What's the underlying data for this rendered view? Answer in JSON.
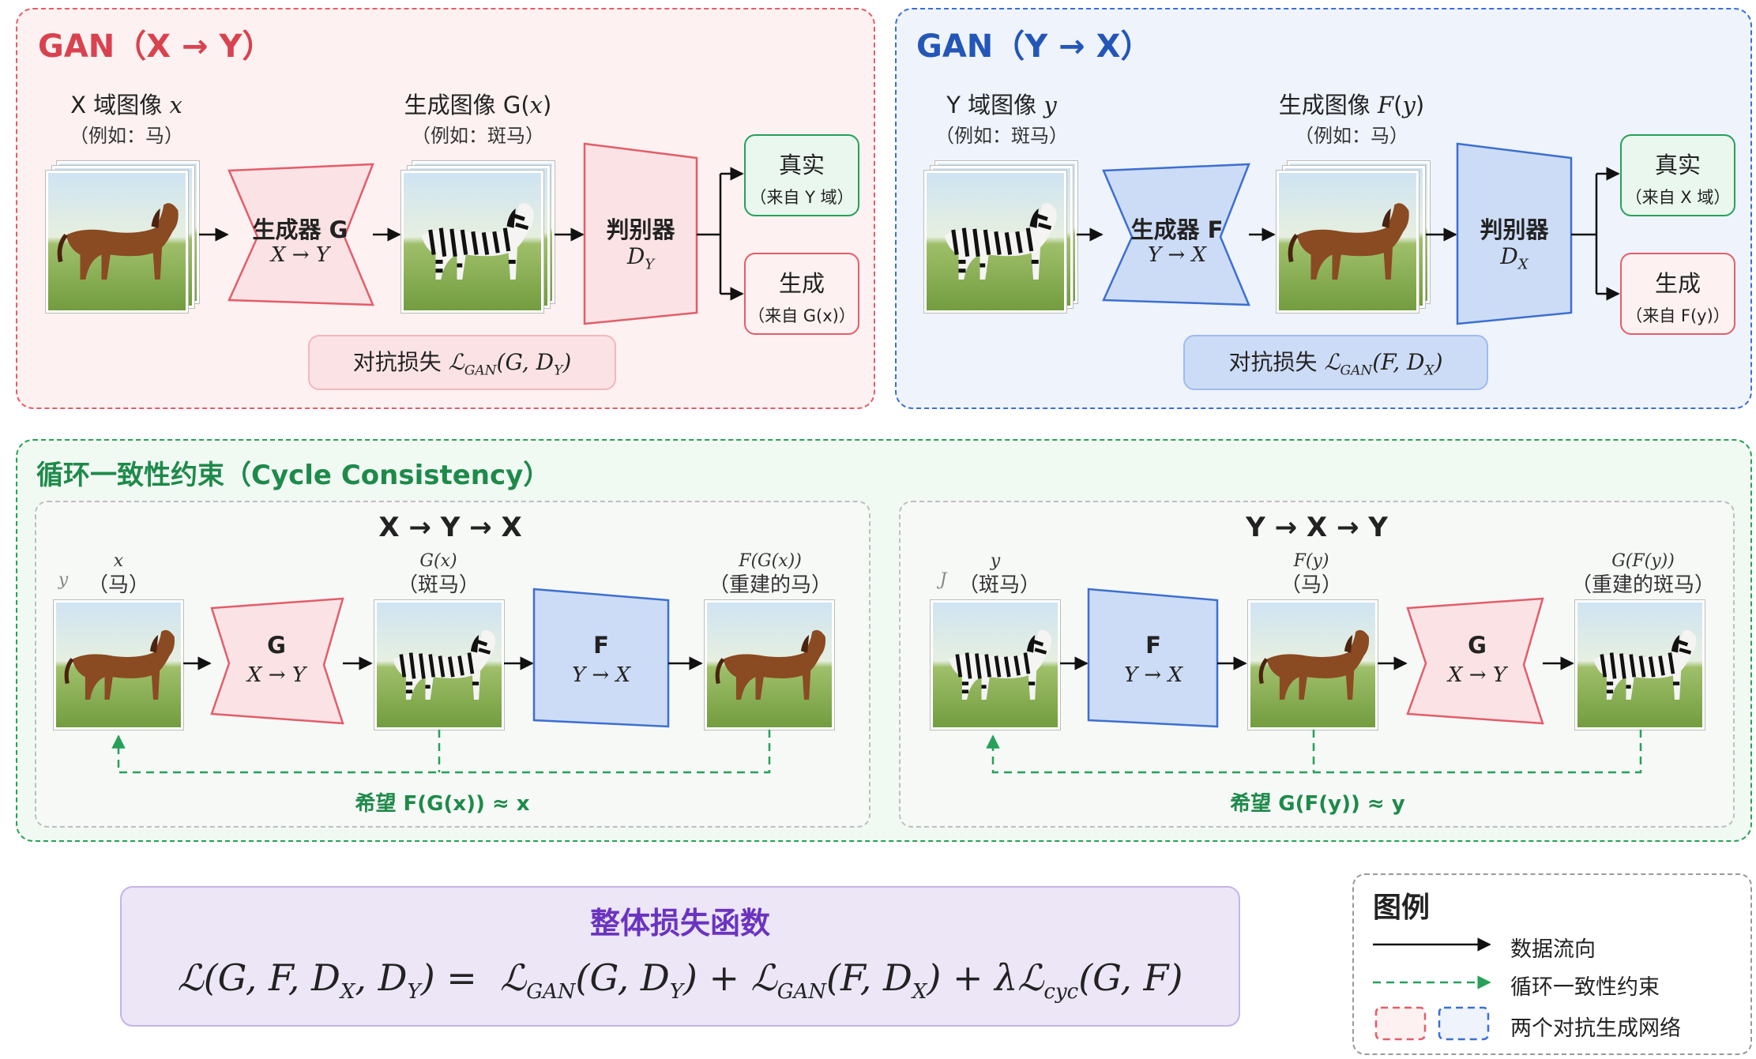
{
  "gan_xy": {
    "title": "GAN（X → Y）",
    "input_label": "X 域图像 x",
    "input_sub": "（例如：马）",
    "gen_out_label": "生成图像 G(x)",
    "gen_out_sub": "（例如：斑马）",
    "generator": {
      "name": "生成器 G",
      "map": "X → Y"
    },
    "discriminator": {
      "name": "判别器",
      "sym": "D",
      "subscript": "Y"
    },
    "real": {
      "title": "真实",
      "sub": "（来自 Y 域）"
    },
    "fake": {
      "title": "生成",
      "sub": "（来自 G(x)）"
    },
    "loss": "对抗损失 ℒ_GAN(G, D_Y)"
  },
  "gan_yx": {
    "title": "GAN（Y → X）",
    "input_label": "Y 域图像 y",
    "input_sub": "（例如：斑马）",
    "gen_out_label": "生成图像 F(y)",
    "gen_out_sub": "（例如：马）",
    "generator": {
      "name": "生成器 F",
      "map": "Y → X"
    },
    "discriminator": {
      "name": "判别器",
      "sym": "D",
      "subscript": "X"
    },
    "real": {
      "title": "真实",
      "sub": "（来自 X 域）"
    },
    "fake": {
      "title": "生成",
      "sub": "（来自 F(y)）"
    },
    "loss": "对抗损失 ℒ_GAN(F, D_X)"
  },
  "cycle": {
    "title": "循环一致性约束（Cycle Consistency）",
    "forward": {
      "title": "X → Y → X",
      "img1": {
        "top": "x",
        "bottom": "（马）",
        "stray": "y"
      },
      "g1": {
        "name": "G",
        "map": "X → Y"
      },
      "img2": {
        "top": "G(x)",
        "bottom": "（斑马）"
      },
      "g2": {
        "name": "F",
        "map": "Y → X"
      },
      "img3": {
        "top": "F(G(x))",
        "bottom": "（重建的马）"
      },
      "hope": "希望 F(G(x)) ≈ x"
    },
    "backward": {
      "title": "Y → X → Y",
      "img1": {
        "top": "y",
        "bottom": "（斑马）",
        "stray": "J"
      },
      "g1": {
        "name": "F",
        "map": "Y → X"
      },
      "img2": {
        "top": "F(y)",
        "bottom": "（马）"
      },
      "g2": {
        "name": "G",
        "map": "X → Y"
      },
      "img3": {
        "top": "G(F(y))",
        "bottom": "（重建的斑马）"
      },
      "hope": "希望 G(F(y)) ≈ y"
    }
  },
  "loss_total": {
    "title": "整体损失函数",
    "formula": "ℒ(G, F, D_X, D_Y) = ℒ_GAN(G, D_Y) + ℒ_GAN(F, D_X) + λℒ_cyc(G, F)"
  },
  "legend": {
    "title": "图例",
    "items": [
      "数据流向",
      "循环一致性约束",
      "两个对抗生成网络"
    ]
  },
  "colors": {
    "red": "#e35d6a",
    "red_fill": "#fbe3e5",
    "red_bg": "#fdf1f1",
    "blue": "#3d6fd1",
    "blue_fill": "#cddcf6",
    "blue_bg": "#eef3fc",
    "green": "#27a05a",
    "green_fill": "#e9f7ee",
    "green_bg": "#f1f9f3",
    "purple": "#7b4bc9",
    "purple_bg": "#ece6f7"
  },
  "icons": [
    "horse-image",
    "zebra-image",
    "arrow-icon",
    "dashed-arrow-icon"
  ]
}
